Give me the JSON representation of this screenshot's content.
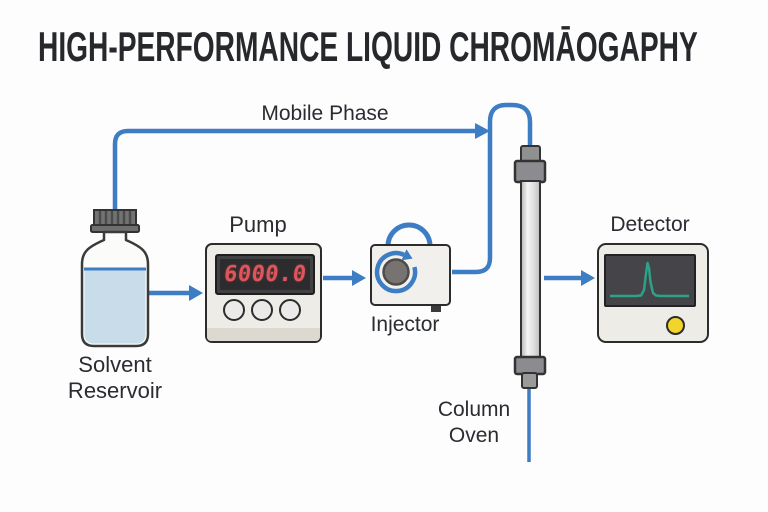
{
  "title": "HIGH-PERFORMANCE LIQUID CHROMĀOGAPHY",
  "components": {
    "mobile_phase": {
      "label": "Mobile Phase"
    },
    "solvent_reservoir": {
      "label_line1": "Solvent",
      "label_line2": "Reservoir"
    },
    "pump": {
      "label": "Pump",
      "display_value": "6000.0",
      "button_count": 3
    },
    "injector": {
      "label": "Injector"
    },
    "column_oven": {
      "label_line1": "Column",
      "label_line2": "Oven"
    },
    "detector": {
      "label": "Detector"
    }
  },
  "colors": {
    "line_blue": "#3c7dc4",
    "display_red": "#e0545b",
    "peak_teal": "#2da189",
    "button_yellow": "#f2d52b",
    "liquid_blue": "#c8dde9"
  }
}
